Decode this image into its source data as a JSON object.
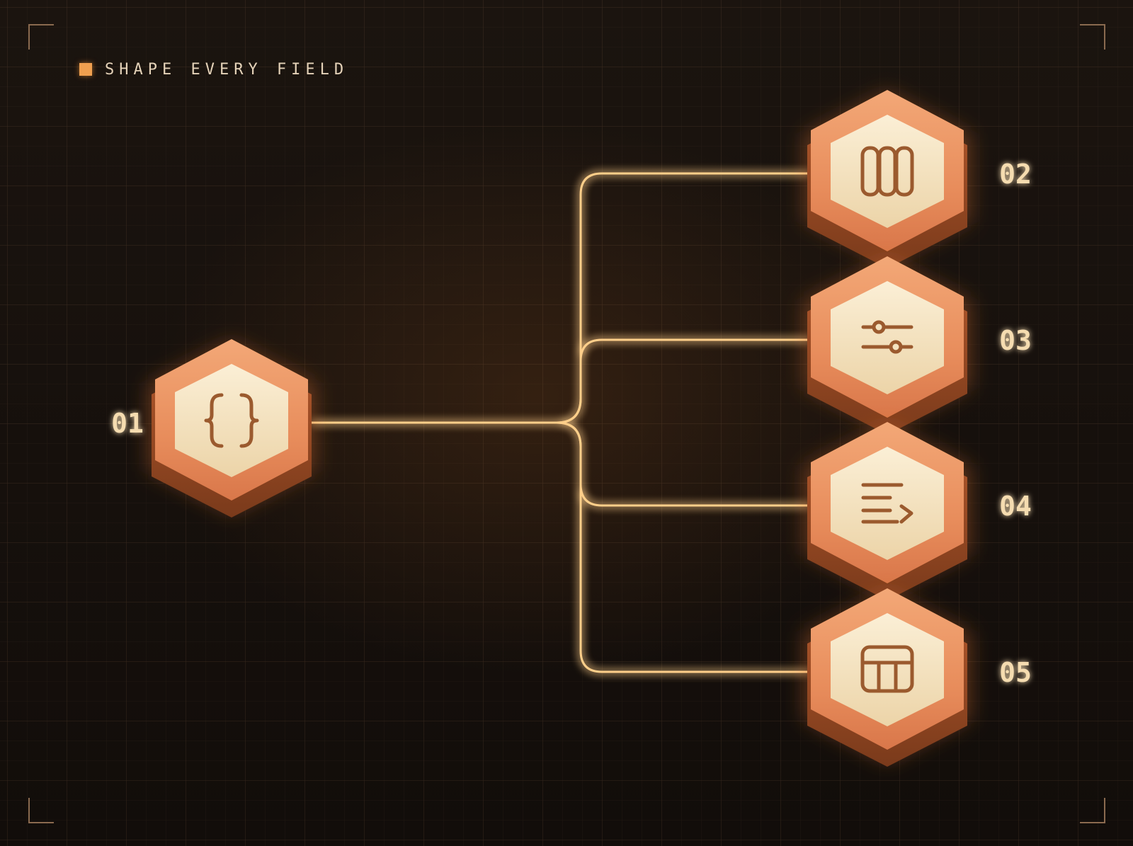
{
  "header": {
    "title": "SHAPE EVERY FIELD"
  },
  "colors": {
    "accent": "#f0a050",
    "connector": "#ffcf8a",
    "hex_face": "#f4e2bf",
    "hex_rim": "#e6905f",
    "hex_side": "#9a4a22",
    "label": "#f5dcb0"
  },
  "nodes": [
    {
      "id": "01",
      "label": "01",
      "icon": "curly-braces-icon"
    },
    {
      "id": "02",
      "label": "02",
      "icon": "columns-icon"
    },
    {
      "id": "03",
      "label": "03",
      "icon": "sliders-icon"
    },
    {
      "id": "04",
      "label": "04",
      "icon": "text-arrow-icon"
    },
    {
      "id": "05",
      "label": "05",
      "icon": "layout-icon"
    }
  ]
}
